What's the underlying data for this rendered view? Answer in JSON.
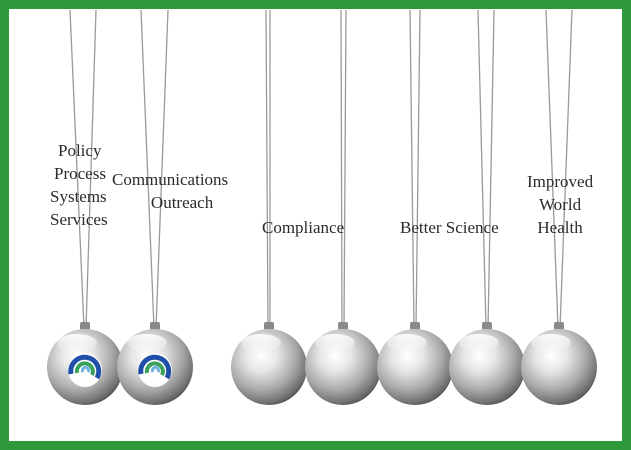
{
  "labels": {
    "group1": [
      "Policy",
      "Process",
      "Systems",
      "Services"
    ],
    "group2": [
      "Communications",
      "Outreach"
    ],
    "group3": [
      "Compliance"
    ],
    "group4": [
      "Better Science"
    ],
    "group5": [
      "Improved",
      "World",
      "Health"
    ]
  },
  "colors": {
    "border": "#2e9a3c",
    "ball_metal": "#c9c9c9",
    "logo_blue": "#1f4fa8",
    "logo_green": "#3aa25a"
  },
  "balls": {
    "count": 7,
    "logo_balls": 2,
    "logo_icon": "swirl-logo-icon"
  }
}
